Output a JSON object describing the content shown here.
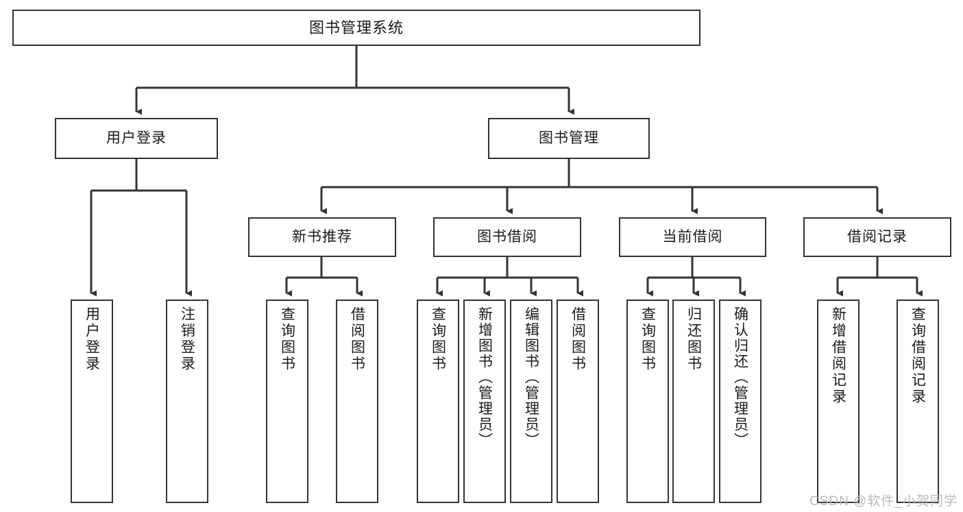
{
  "diagram": {
    "title": "图书管理系统",
    "type": "tree",
    "orientation": "top-down",
    "colors": {
      "background": "#ffffff",
      "node_border": "#333333",
      "node_fill": "#ffffff",
      "connector": "#333333",
      "text": "#1a1a1a",
      "watermark": "#b9b9b9"
    },
    "watermark": "CSDN @软件_小贺同学",
    "nodes": {
      "root": {
        "label": "图书管理系统"
      },
      "level2": [
        {
          "label": "用户登录"
        },
        {
          "label": "图书管理"
        }
      ],
      "level3": [
        {
          "label": "新书推荐"
        },
        {
          "label": "图书借阅"
        },
        {
          "label": "当前借阅"
        },
        {
          "label": "借阅记录"
        }
      ],
      "leaves": {
        "user_login": [
          {
            "label": "用户登录"
          },
          {
            "label": "注销登录"
          }
        ],
        "new_book_recommend": [
          {
            "label": "查询图书"
          },
          {
            "label": "借阅图书"
          }
        ],
        "book_borrow": [
          {
            "label": "查询图书"
          },
          {
            "label": "新增图书（管理员）"
          },
          {
            "label": "编辑图书（管理员）"
          },
          {
            "label": "借阅图书"
          }
        ],
        "current_borrow": [
          {
            "label": "查询图书"
          },
          {
            "label": "归还图书"
          },
          {
            "label": "确认归还（管理员）"
          }
        ],
        "borrow_record": [
          {
            "label": "新增借阅记录"
          },
          {
            "label": "查询借阅记录"
          }
        ]
      }
    }
  }
}
